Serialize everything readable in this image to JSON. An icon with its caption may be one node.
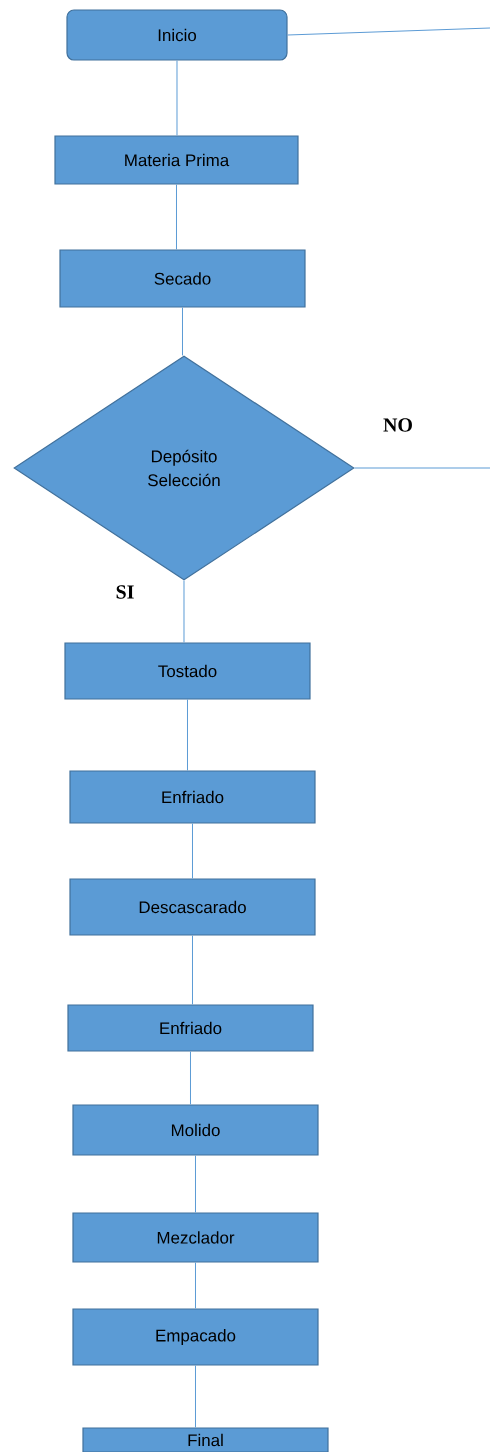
{
  "diagram": {
    "nodes": [
      {
        "text": [
          "Inicio"
        ]
      },
      {
        "text": [
          "Materia Prima"
        ]
      },
      {
        "text": [
          "Secado"
        ]
      },
      {
        "text": [
          "Depósito Selección"
        ]
      },
      {
        "text": [
          "Tostado"
        ]
      },
      {
        "text": [
          "Enfriado"
        ]
      },
      {
        "text": [
          "Descascarado"
        ]
      },
      {
        "text": [
          "Enfriado"
        ]
      },
      {
        "text": [
          "Molido"
        ]
      },
      {
        "text": [
          "Mezclador"
        ]
      },
      {
        "text": [
          "Empacado"
        ]
      },
      {
        "text": [
          "Final"
        ]
      }
    ],
    "edges": [
      {
        "from": 0,
        "to": 1,
        "arrow": "none"
      },
      {
        "from": 1,
        "to": 2,
        "arrow": "none"
      },
      {
        "from": 2,
        "to": 3,
        "arrow": "none"
      },
      {
        "from": 3,
        "to": 4,
        "arrow": "none",
        "label": "SI"
      },
      {
        "from": 4,
        "to": 5,
        "arrow": "none"
      },
      {
        "from": 5,
        "to": 6,
        "arrow": "none"
      },
      {
        "from": 6,
        "to": 7,
        "arrow": "none"
      },
      {
        "from": 7,
        "to": 8,
        "arrow": "none"
      },
      {
        "from": 8,
        "to": 9,
        "arrow": "none"
      },
      {
        "from": 9,
        "to": 10,
        "arrow": "none"
      },
      {
        "from": 10,
        "to": 11,
        "arrow": "none"
      },
      {
        "from": 0,
        "to": null,
        "arrow": "none"
      },
      {
        "from": 3,
        "to": null,
        "arrow": "none",
        "label": "NO"
      }
    ]
  }
}
